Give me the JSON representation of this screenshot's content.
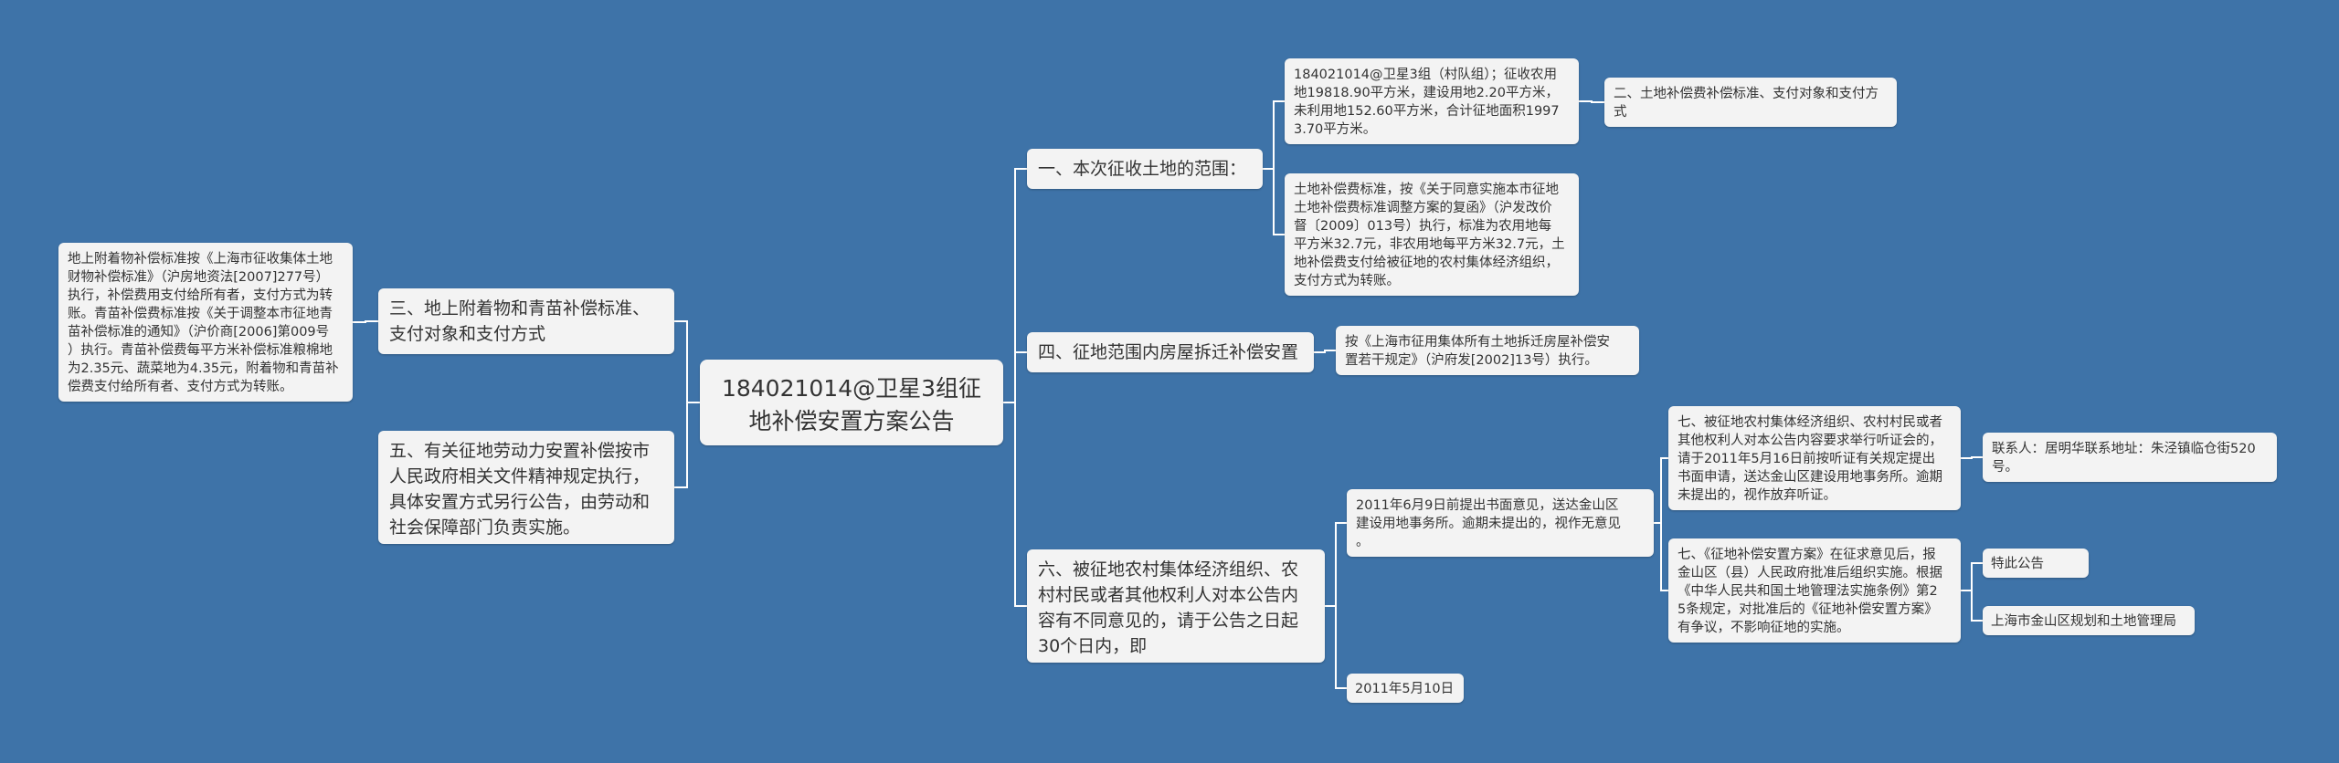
{
  "root": {
    "title": "184021014@卫星3组征\n地补偿安置方案公告"
  },
  "branches": {
    "b1": {
      "label": "一、本次征收土地的范围：",
      "c1": {
        "text": "184021014@卫星3组（村队组）；征收农用\n地19818.90平方米，建设用地2.20平方米，\n未利用地152.60平方米，合计征地面积1997\n3.70平方米。",
        "c1": "二、土地补偿费补偿标准、支付对象和支付方\n式"
      },
      "c2": "土地补偿费标准，按《关于同意实施本市征地\n土地补偿费标准调整方案的复函》（沪发改价\n督〔2009〕013号）执行，标准为农用地每\n平方米32.7元，非农用地每平方米32.7元，土\n地补偿费支付给被征地的农村集体经济组织，\n支付方式为转账。"
    },
    "b4": {
      "label": "四、征地范围内房屋拆迁补偿安置",
      "c1": "按《上海市征用集体所有土地拆迁房屋补偿安\n置若干规定》（沪府发[2002]13号）执行。"
    },
    "b6": {
      "label": "六、被征地农村集体经济组织、农\n村村民或者其他权利人对本公告内\n容有不同意见的，请于公告之日起\n30个日内，即",
      "c1": {
        "text": "2011年6月9日前提出书面意见，送达金山区\n建设用地事务所。逾期未提出的，视作无意见\n。",
        "c1": {
          "text": "七、被征地农村集体经济组织、农村村民或者\n其他权利人对本公告内容要求举行听证会的，\n请于2011年5月16日前按听证有关规定提出\n书面申请，送达金山区建设用地事务所。逾期\n未提出的，视作放弃听证。",
          "c1": "联系人：居明华联系地址：朱泾镇临仓街520\n号。"
        },
        "c2": {
          "text": "七、《征地补偿安置方案》在征求意见后，报\n金山区（县）人民政府批准后组织实施。根据\n《中华人民共和国土地管理法实施条例》第2\n5条规定，对批准后的《征地补偿安置方案》\n有争议，不影响征地的实施。",
          "c1": "特此公告",
          "c2": "上海市金山区规划和土地管理局"
        }
      },
      "c2": "2011年5月10日"
    },
    "b3": {
      "label": "三、地上附着物和青苗补偿标准、\n支付对象和支付方式",
      "c1": "地上附着物补偿标准按《上海市征收集体土地\n财物补偿标准》（沪房地资法[2007]277号）\n执行，补偿费用支付给所有者，支付方式为转\n账。青苗补偿费标准按《关于调整本市征地青\n苗补偿标准的通知》（沪价商[2006]第009号\n）执行。青苗补偿费每平方米补偿标准粮棉地\n为2.35元、蔬菜地为4.35元，附着物和青苗补\n偿费支付给所有者、支付方式为转账。"
    },
    "b5": {
      "label": "五、有关征地劳动力安置补偿按市\n人民政府相关文件精神规定执行，\n具体安置方式另行公告，由劳动和\n社会保障部门负责实施。"
    }
  }
}
